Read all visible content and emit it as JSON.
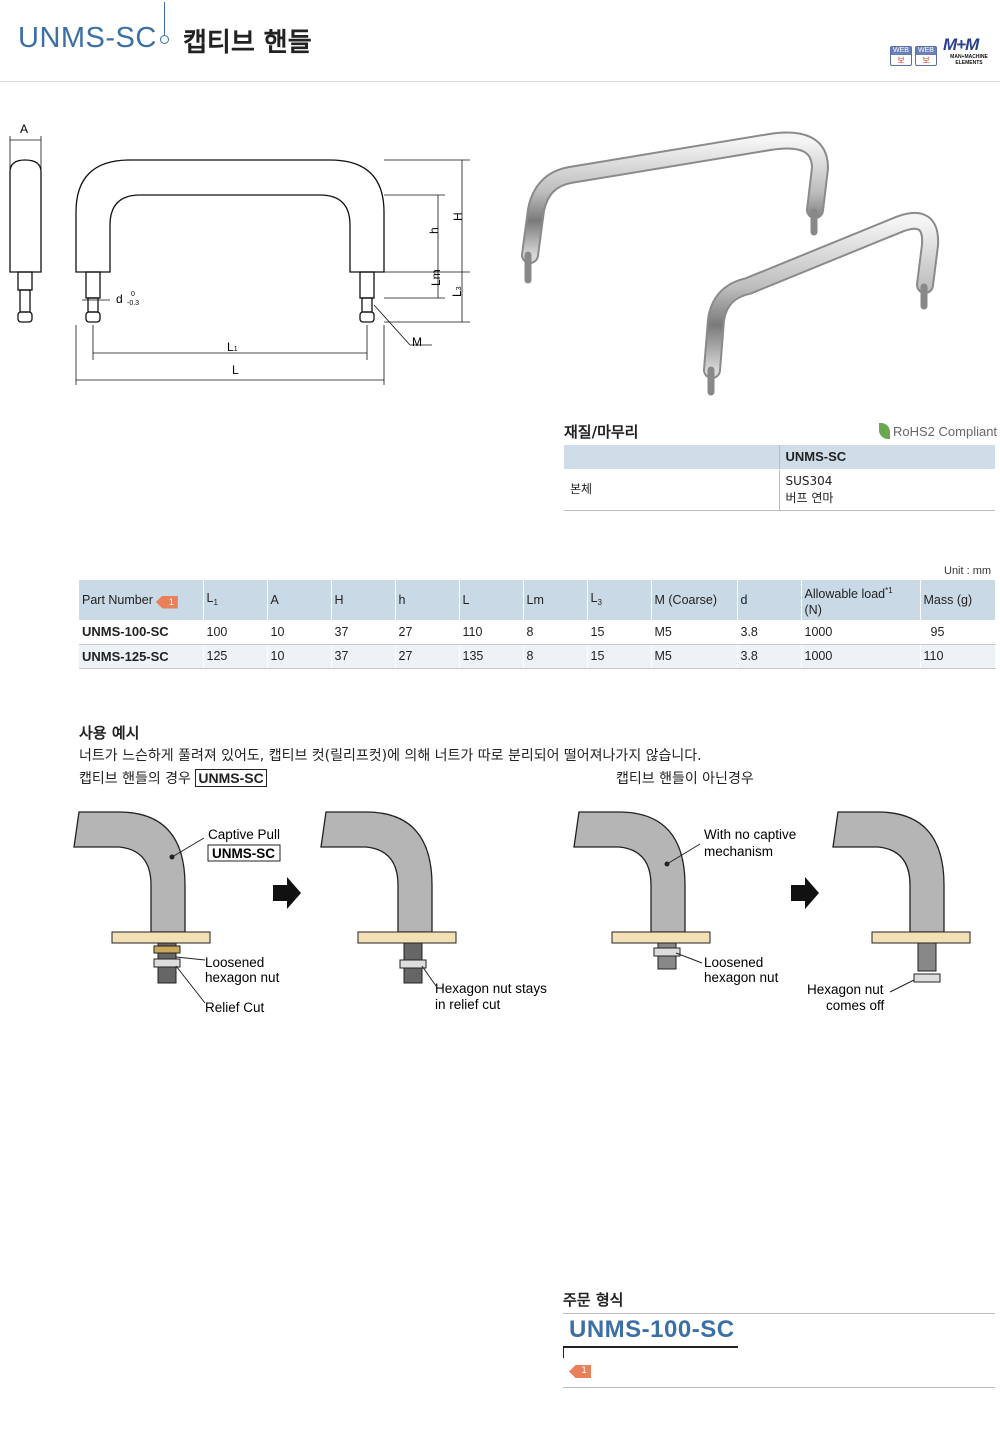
{
  "header": {
    "code": "UNMS-SC",
    "title": "캡티브 핸들",
    "web_badges": [
      {
        "top": "WEB",
        "bottom": "보"
      },
      {
        "top": "WEB",
        "bottom": "보"
      }
    ],
    "logo": {
      "mark": "M+M",
      "sub1": "MAN+MACHINE",
      "sub2": "ELEMENTS"
    }
  },
  "drawing": {
    "labels": {
      "A": "A",
      "H": "H",
      "h": "h",
      "Lm": "Lm",
      "L3": "L",
      "L3_sub": "3",
      "d": "d",
      "d_tol_upper": "0",
      "d_tol_lower": "-0.3",
      "L1": "L",
      "L1_sub": "1",
      "L": "L",
      "M": "M"
    }
  },
  "material": {
    "title": "재질/마무리",
    "rohs": "RoHS2 Compliant",
    "column": "UNMS-SC",
    "row_label": "본체",
    "line1": "SUS304",
    "line2": "버프 연마"
  },
  "spec": {
    "unit": "Unit : mm",
    "headers": {
      "part": "Part Number",
      "flag": "1",
      "L1": "L",
      "L1_sub": "1",
      "A": "A",
      "H": "H",
      "h": "h",
      "L": "L",
      "Lm": "Lm",
      "L3": "L",
      "L3_sub": "3",
      "M": "M (Coarse)",
      "d": "d",
      "load": "Allowable load",
      "load_sup": "*1",
      "load_unit": "(N)",
      "mass": "Mass (g)"
    },
    "rows": [
      {
        "part": "UNMS-100-SC",
        "L1": "100",
        "A": "10",
        "H": "37",
        "h": "27",
        "L": "110",
        "Lm": "8",
        "L3": "15",
        "M": "M5",
        "d": "3.8",
        "load": "1000",
        "mass": "95"
      },
      {
        "part": "UNMS-125-SC",
        "L1": "125",
        "A": "10",
        "H": "37",
        "h": "27",
        "L": "135",
        "Lm": "8",
        "L3": "15",
        "M": "M5",
        "d": "3.8",
        "load": "1000",
        "mass": "110"
      }
    ]
  },
  "usage": {
    "title": "사용 예시",
    "desc": "너트가 느슨하게 풀려져 있어도, 캡티브 컷(릴리프컷)에 의해 너트가 따로 분리되어 떨어져나가지 않습니다.",
    "left_caption": "캡티브 핸들의 경우",
    "left_caption_box": "UNMS-SC",
    "right_caption": "캡티브 핸들이 아닌경우",
    "d1_label1": "Captive Pull",
    "d1_label_box": "UNMS-SC",
    "d1_label2a": "Loosened",
    "d1_label2b": "hexagon nut",
    "d1_label3": "Relief Cut",
    "d2_label1a": "Hexagon nut stays",
    "d2_label1b": "in relief cut",
    "d3_label1a": "With no captive",
    "d3_label1b": "mechanism",
    "d3_label2a": "Loosened",
    "d3_label2b": "hexagon nut",
    "d4_label1a": "Hexagon nut",
    "d4_label1b": "comes off"
  },
  "order": {
    "title": "주문 형식",
    "code": "UNMS-100-SC",
    "flag": "1"
  }
}
